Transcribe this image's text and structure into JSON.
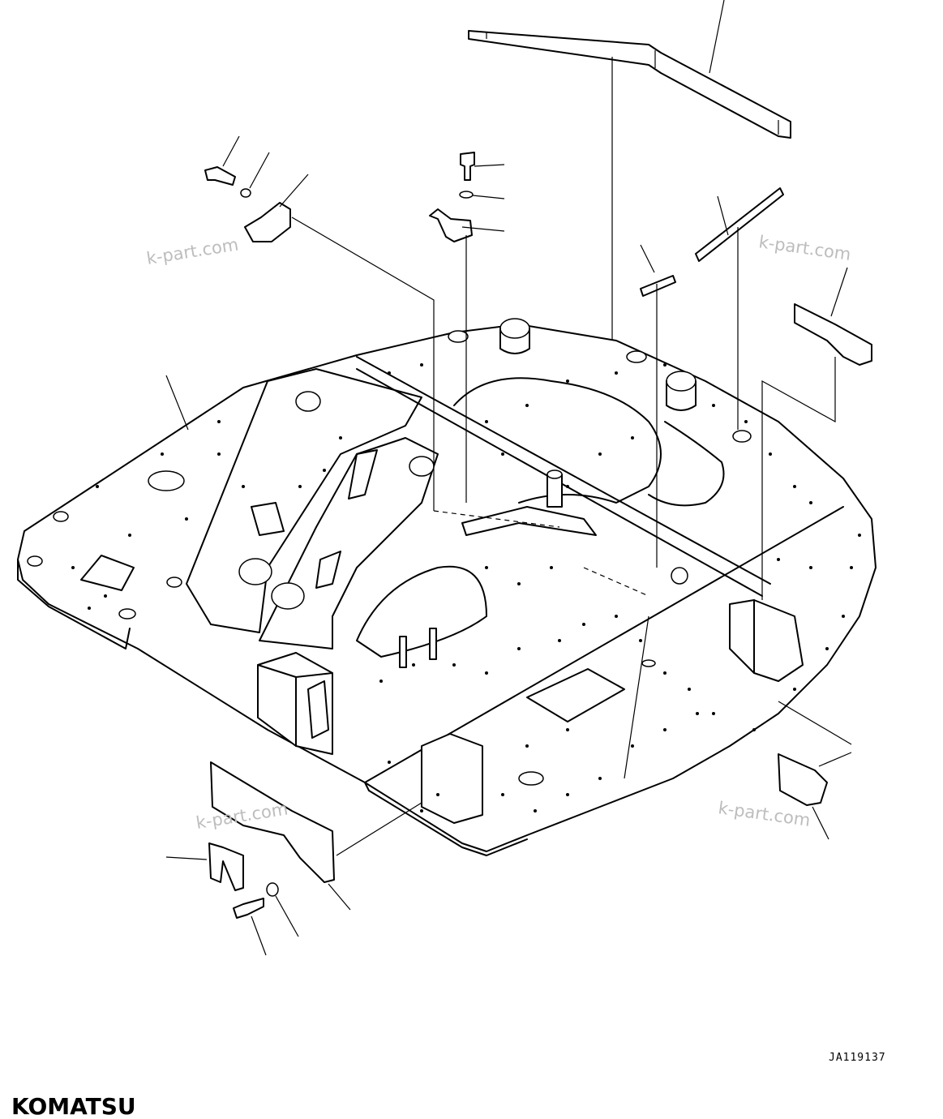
{
  "watermarks": [
    "k-part.com",
    "k-part.com",
    "k-part.com",
    "k-part.com"
  ],
  "drawing_number": "JA119137",
  "brand": "KOMATSU"
}
